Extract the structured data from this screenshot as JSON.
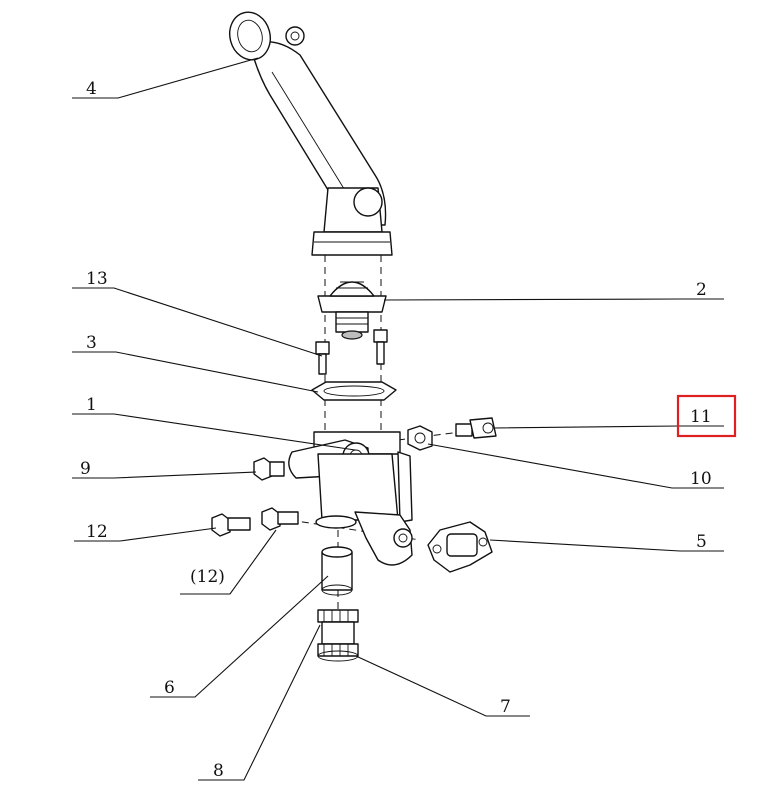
{
  "callouts": {
    "c1": "1",
    "c2": "2",
    "c3": "3",
    "c4": "4",
    "c5": "5",
    "c6": "6",
    "c7": "7",
    "c8": "8",
    "c9": "9",
    "c10": "10",
    "c11": "11",
    "c12": "12",
    "c12b": "(12)",
    "c13": "13"
  },
  "highlight": {
    "target": "11",
    "color": "#e02020"
  }
}
